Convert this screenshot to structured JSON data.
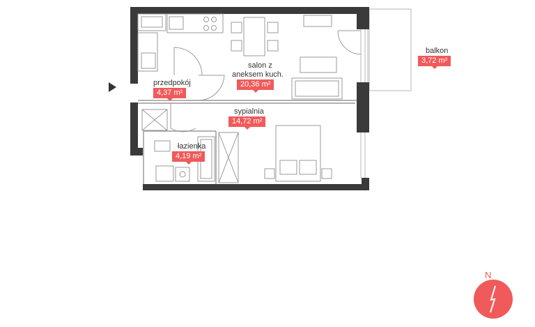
{
  "rooms": {
    "salon": {
      "name_line1": "salon z",
      "name_line2": "aneksem kuch.",
      "area": "20,36 m²"
    },
    "przedpokoj": {
      "name": "przedpokój",
      "area": "4,37 m²"
    },
    "sypialnia": {
      "name": "sypialnia",
      "area": "14,72 m²"
    },
    "lazienka": {
      "name": "łazienka",
      "area": "4,19 m²"
    },
    "balkon": {
      "name": "balkon",
      "area": "3,72 m²"
    }
  },
  "compass": {
    "label": "N"
  },
  "colors": {
    "accent": "#f15a5a",
    "wall": "#3a3a3a",
    "furniture": "#9a9a9a"
  },
  "icons": {
    "entry": "entry-arrow-icon",
    "compass": "compass-icon"
  }
}
